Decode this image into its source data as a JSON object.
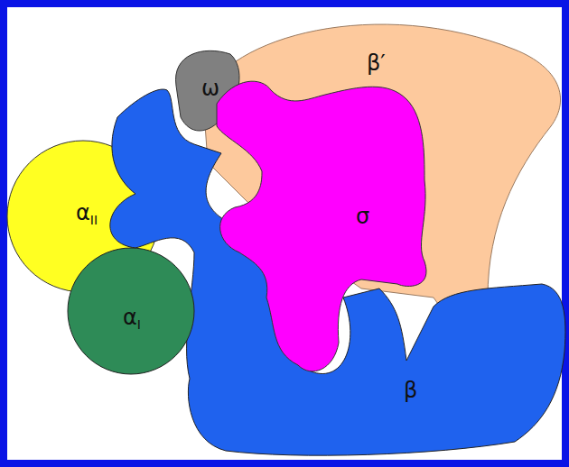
{
  "diagram": {
    "nodes": [
      {
        "text": [
          "ω"
        ]
      },
      {
        "text": [
          "β′"
        ]
      },
      {
        "text": [
          "α",
          "II"
        ]
      },
      {
        "text": [
          "σ"
        ]
      },
      {
        "text": [
          "α",
          "I"
        ]
      },
      {
        "text": [
          "β"
        ]
      }
    ]
  }
}
